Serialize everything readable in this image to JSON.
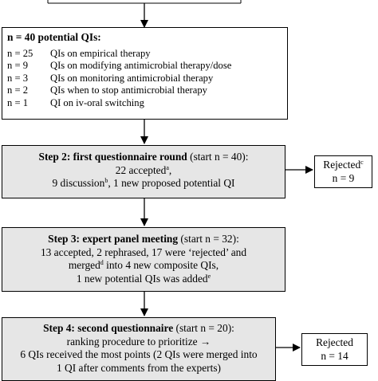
{
  "box0": {
    "title": "n = 40 potential QIs:",
    "rows": [
      {
        "n": "n = 25",
        "text": "QIs on empirical therapy"
      },
      {
        "n": "n = 9",
        "text": "QIs on modifying antimicrobial therapy/dose"
      },
      {
        "n": "n = 3",
        "text": "QIs on monitoring antimicrobial therapy"
      },
      {
        "n": "n = 2",
        "text": "QIs when to stop antimicrobial therapy"
      },
      {
        "n": "n = 1",
        "text": "QI on iv-oral switching"
      }
    ]
  },
  "step2": {
    "bold": "Step 2: first questionnaire round",
    "rest": " (start n = 40):",
    "l2a": "22 accepted",
    "l2a_sup": "a",
    "l2b": ",",
    "l3a": "9 discussion",
    "l3a_sup": "b",
    "l3b": ", 1 new proposed potential QI"
  },
  "rejected1": {
    "label": "Rejected",
    "sup": "c",
    "count": "n = 9"
  },
  "step3": {
    "bold": "Step 3: expert panel meeting",
    "rest": " (start n = 32):",
    "l2": "13 accepted, 2 rephrased, 17 were ‘rejected’ and",
    "l3a": "merged",
    "l3a_sup": "d",
    "l3b": " into 4 new composite QIs,",
    "l4a": "1 new potential QIs was added",
    "l4a_sup": "e"
  },
  "step4": {
    "bold": "Step 4: second questionnaire",
    "rest": " (start n = 20):",
    "l2": "ranking procedure to prioritize →",
    "l3": "6 QIs received the most points (2 QIs were merged into",
    "l4": "1 QI after comments from the experts)"
  },
  "rejected2": {
    "label": "Rejected",
    "count": "n = 14"
  }
}
